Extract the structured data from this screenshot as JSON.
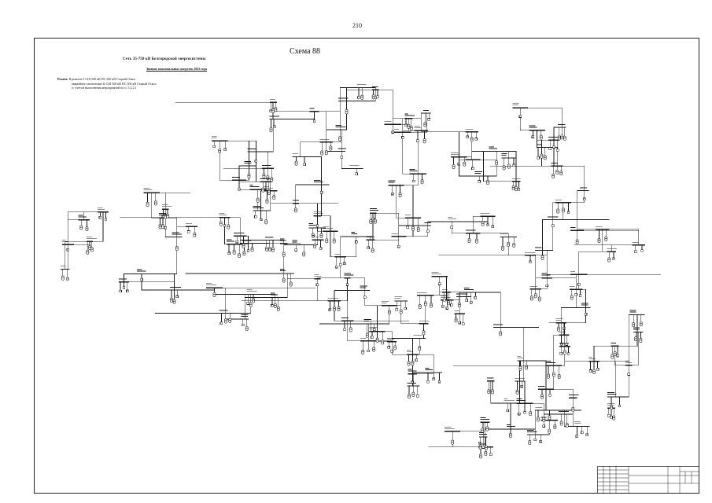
{
  "page_number": "210",
  "diagram": {
    "title": "Схема 88",
    "subtitle": "Сеть 35-750 кВ Белгородской энергосистемы",
    "subtitle_2": "Зимних максимальных нагрузок 2023 года",
    "mode_label": "Режим:",
    "mode_lines": [
      "В ремонте I СШ 500 кВ ПС 500 кВ Старый Оскол",
      "аварийное отключение II СШ 500 кВ ПС 500 кВ Старый Оскол",
      "(с учетом выполнения мероприятий по п. 5.2.2.)"
    ]
  },
  "colors": {
    "ink": "#1a1a1a",
    "paper": "#ffffff",
    "frame": "#222222"
  }
}
